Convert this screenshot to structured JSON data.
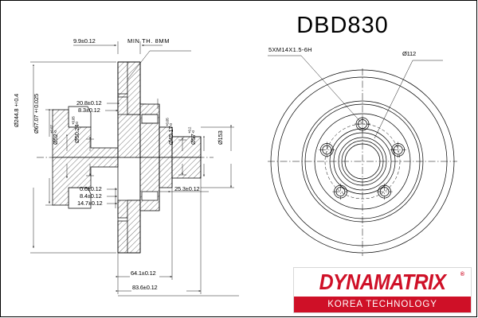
{
  "title": "DBD830",
  "drawing": {
    "type": "brake-disc-technical-drawing",
    "views": [
      {
        "name": "cross-section-view",
        "position": "left"
      },
      {
        "name": "face-view",
        "position": "right"
      }
    ]
  },
  "dimensions": {
    "thickness": "9.9±0.12",
    "min_thickness_note": "MIN TH. 8MM",
    "hat_step_a": "20.8±0.12",
    "hat_step_b": "8.3±0.12",
    "outer_diameter": "Ø244.8±0.4",
    "hub_bore_fit": "Ø67.07±0.025",
    "bore_52": "Ø52",
    "bore_52_tol_upper": "+0.07",
    "bore_52_tol_lower": "-0",
    "bore_50_24": "Ø50.24",
    "bore_50_24_tol_upper": "+0.05",
    "bore_50_24_tol_lower": "-0",
    "bore_45_17": "Ø45.17",
    "bore_45_17_tol_upper": "+0.05",
    "bore_45_17_tol_lower": "-0",
    "bore_57": "Ø57",
    "bore_57_tol_upper": "+0.2",
    "bore_57_tol_lower": "-0",
    "inner_disc_diameter": "Ø153",
    "small_a": "0.6±0.12",
    "small_b": "8.4±0.12",
    "small_c": "14.7±0.12",
    "offset_25_3": "25.3±0.12",
    "length_64_1": "64.1±0.12",
    "length_83_6": "83.6±0.12",
    "thread_spec": "5XM14X1.5-6H",
    "bolt_circle": "Ø112"
  },
  "logo": {
    "brand": "DYNAMATRIX",
    "registered_mark": "®",
    "tagline": "KOREA TECHNOLOGY",
    "brand_color": "#cf1027"
  }
}
